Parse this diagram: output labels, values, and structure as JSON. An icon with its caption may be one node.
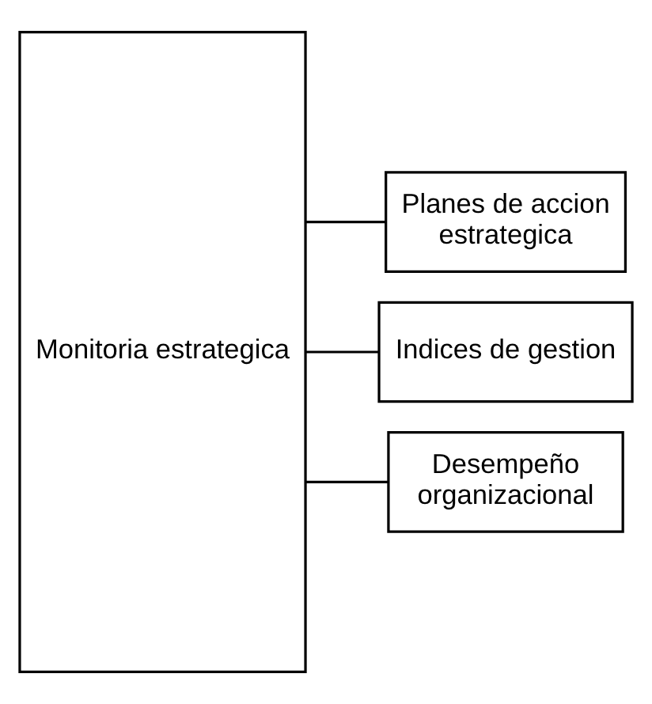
{
  "diagram": {
    "nodes": [
      {
        "text": [
          "Monitoria estrategica"
        ]
      },
      {
        "text": [
          "Planes de accion estrategica"
        ]
      },
      {
        "text": [
          "Indices de gestion"
        ]
      },
      {
        "text": [
          "Desempeño organizacional"
        ]
      }
    ],
    "edges": [
      {
        "from": 0,
        "to": 1,
        "arrow": "none"
      },
      {
        "from": 0,
        "to": 2,
        "arrow": "none"
      },
      {
        "from": 0,
        "to": 3,
        "arrow": "none"
      }
    ]
  }
}
